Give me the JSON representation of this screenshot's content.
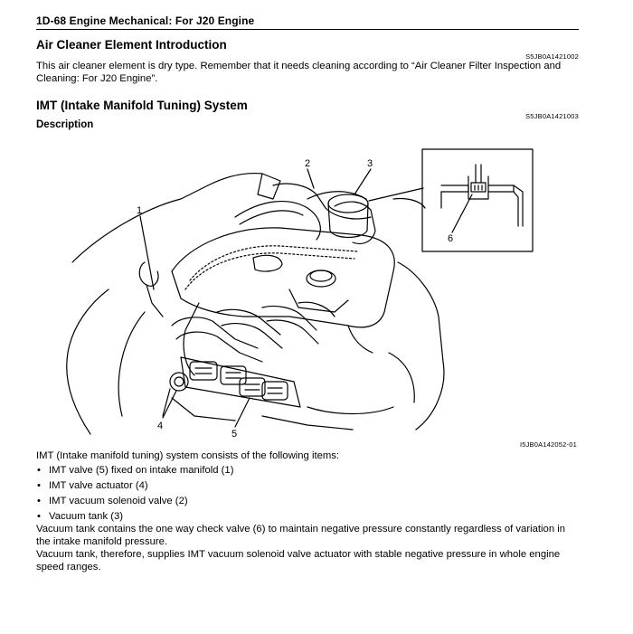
{
  "header": {
    "title": "1D-68   Engine Mechanical: For J20 Engine"
  },
  "section1": {
    "title": "Air Cleaner Element Introduction",
    "code": "S5JB0A1421002",
    "body": "This air cleaner element is dry type. Remember that it needs cleaning according to “Air Cleaner Filter Inspection and Cleaning: For J20 Engine”."
  },
  "section2": {
    "title": "IMT (Intake Manifold Tuning) System",
    "code": "S5JB0A1421003",
    "subtitle": "Description"
  },
  "figure": {
    "callouts": [
      "1",
      "2",
      "3",
      "4",
      "5",
      "6"
    ],
    "code": "I5JB0A142052-01"
  },
  "body": {
    "intro": "IMT (Intake manifold tuning) system consists of the following items:",
    "items": [
      "IMT valve (5) fixed on intake manifold (1)",
      "IMT valve actuator (4)",
      "IMT vacuum solenoid valve (2)",
      "Vacuum tank (3)"
    ],
    "para1": "Vacuum tank contains the one way check valve (6) to maintain negative pressure constantly regardless of variation in the intake manifold pressure.",
    "para2": "Vacuum tank, therefore, supplies IMT vacuum solenoid valve actuator with stable negative pressure in whole engine speed ranges."
  }
}
